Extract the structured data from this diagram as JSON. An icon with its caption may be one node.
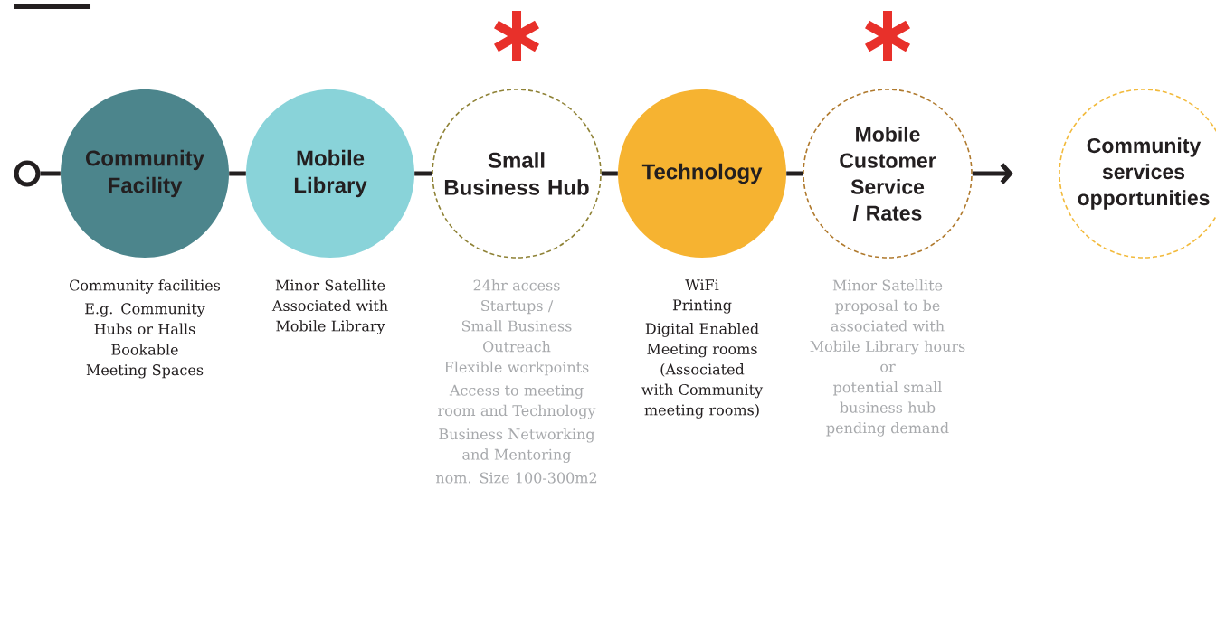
{
  "diagram": {
    "nodes": [
      {
        "text": [],
        "shape": "circle"
      },
      {
        "text": [
          "Community Facility"
        ],
        "beside": [
          "Community facilities",
          "E.g. Community Hubs or Halls",
          "Bookable Meeting Spaces"
        ]
      },
      {
        "text": [
          "Mobile Library"
        ],
        "beside": [
          "Minor Satellite Associated with Mobile Library"
        ]
      },
      {
        "text": [
          "Small Business Hub"
        ],
        "beside": [
          "24hr access",
          "Startups / Small Business",
          "Outreach",
          "Flexible workpoints",
          "Access to meeting room and Technology",
          "Business Networking and Mentoring",
          "nom. Size 100-300m2"
        ]
      },
      {
        "text": [
          "Technology"
        ],
        "beside": [
          "WiFi",
          "Printing",
          "Digital Enabled Meeting rooms (Associated with Community meeting rooms)"
        ]
      },
      {
        "text": [
          "Mobile Customer Service / Rates"
        ],
        "beside": [
          "Minor Satellite proposal to be associated with Mobile Library hours",
          "or",
          "potential small business hub pending demand"
        ]
      },
      {
        "text": [
          "Community services opportunities"
        ]
      }
    ],
    "edges": [
      {
        "from": 0,
        "to": 1,
        "arrow": "none"
      },
      {
        "from": 1,
        "to": 2,
        "arrow": "none"
      },
      {
        "from": 2,
        "to": 3,
        "arrow": "none"
      },
      {
        "from": 3,
        "to": 4,
        "arrow": "none"
      },
      {
        "from": 4,
        "to": 5,
        "arrow": "none"
      },
      {
        "from": 5,
        "to": null,
        "arrow": "to"
      }
    ]
  }
}
